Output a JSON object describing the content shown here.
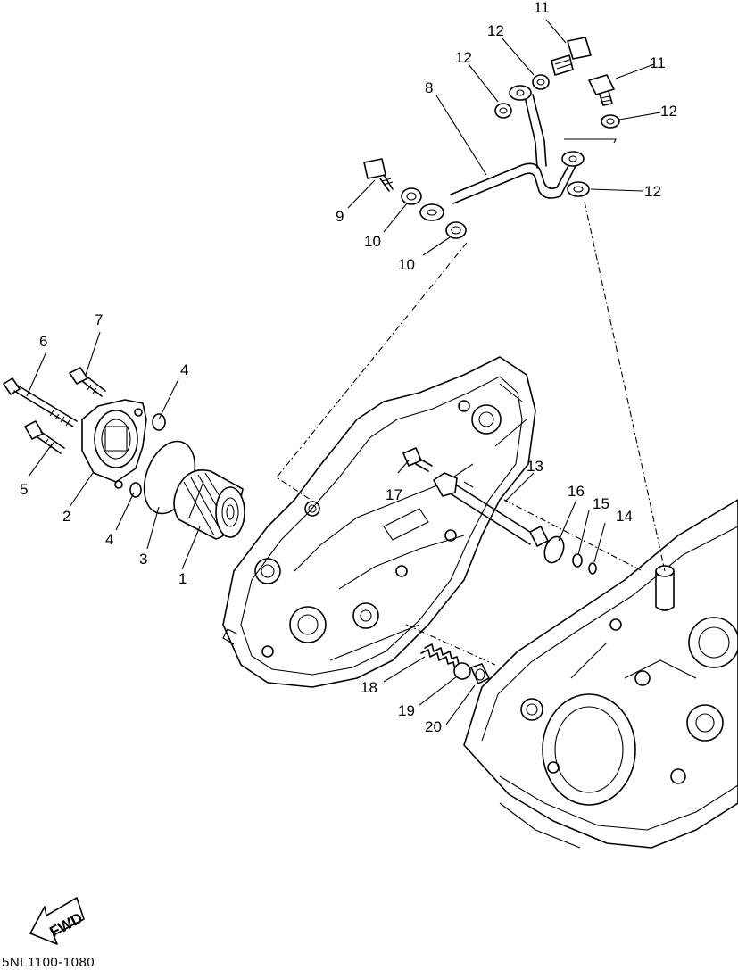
{
  "diagram_code": "5NL1100-1080",
  "fwd_label": "FWD",
  "callouts": {
    "c1": "1",
    "c2": "2",
    "c3": "3",
    "c4a": "4",
    "c4b": "4",
    "c5": "5",
    "c6": "6",
    "c7": "7",
    "c8": "8",
    "c9": "9",
    "c10a": "10",
    "c10b": "10",
    "c11a": "11",
    "c11b": "11",
    "c12a": "12",
    "c12b": "12",
    "c12c": "12",
    "c12d": "12",
    "c13": "13",
    "c14": "14",
    "c15": "15",
    "c16": "16",
    "c17": "17",
    "c18": "18",
    "c19": "19",
    "c20": "20"
  }
}
